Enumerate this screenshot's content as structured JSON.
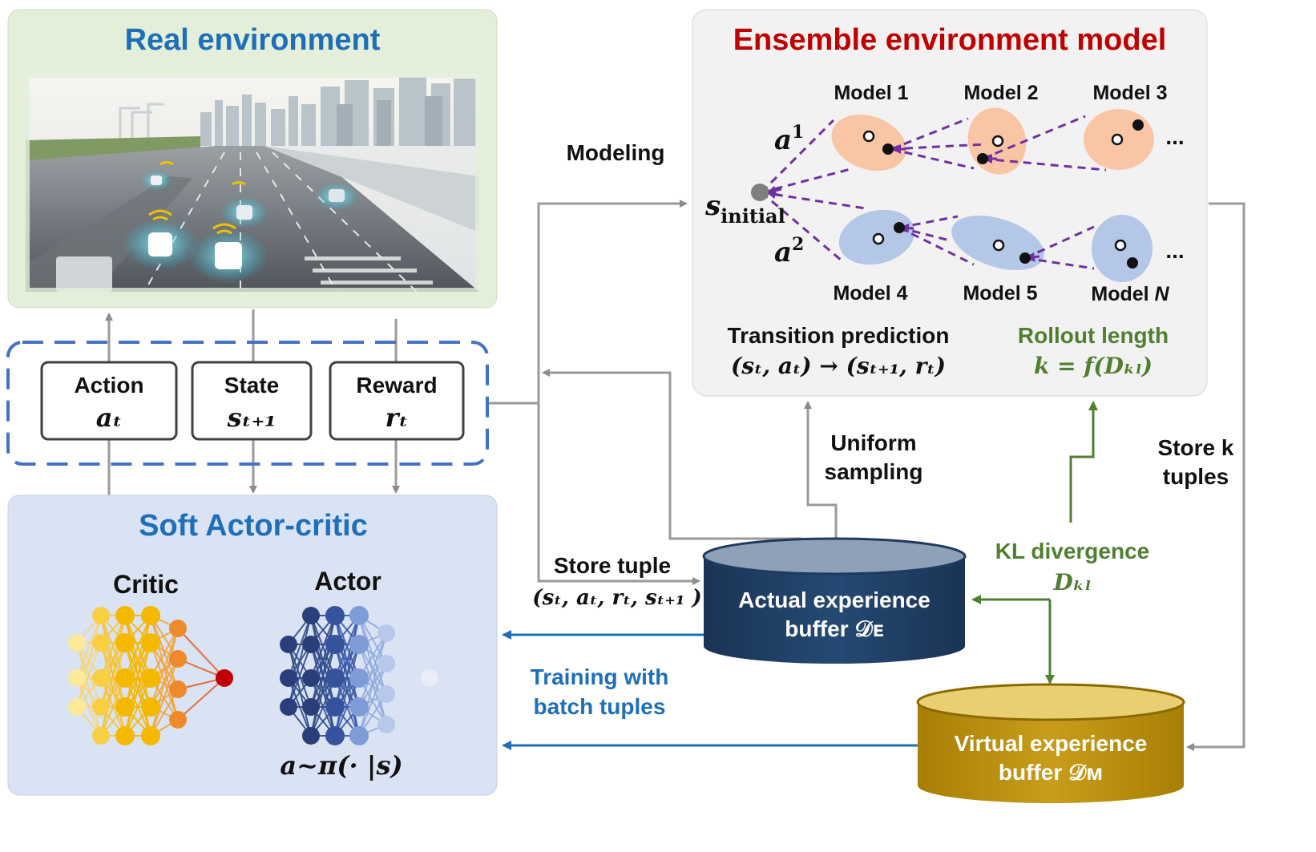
{
  "real_env": {
    "title": "Real environment"
  },
  "ensemble": {
    "title": "Ensemble environment model",
    "models": {
      "m1": "Model 1",
      "m2": "Model 2",
      "m3": "Model 3",
      "m4": "Model 4",
      "m5": "Model 5",
      "mN_prefix": "Model ",
      "mN_var": "N"
    },
    "ellipsis": "...",
    "s_initial_base": "s",
    "s_initial_sub": "initial",
    "a1_base": "a",
    "a1_sup": "1",
    "a2_base": "a",
    "a2_sup": "2",
    "transition_title": "Transition prediction",
    "transition_formula": "(sₜ, aₜ) → (sₜ₊₁, rₜ)",
    "rollout_title": "Rollout length",
    "rollout_formula": "k = f(Dₖₗ)"
  },
  "signals": {
    "action_label": "Action",
    "action_sym": "aₜ",
    "state_label": "State",
    "state_sym": "sₜ₊₁",
    "reward_label": "Reward",
    "reward_sym": "rₜ"
  },
  "sac": {
    "title": "Soft Actor-critic",
    "critic": "Critic",
    "actor": "Actor",
    "policy": "a~π(· |s)"
  },
  "labels": {
    "modeling": "Modeling",
    "store_tuple": "Store tuple",
    "store_tuple_formula": "(sₜ, aₜ, rₜ, sₜ₊₁ )",
    "uniform_1": "Uniform",
    "uniform_2": "sampling",
    "store_k_1": "Store k",
    "store_k_2": "tuples",
    "kl_title": "KL divergence",
    "kl_sym": "Dₖₗ",
    "training_1": "Training with",
    "training_2": "batch tuples"
  },
  "buffers": {
    "actual_1": "Actual experience",
    "actual_2": "buffer 𝒟ᴇ",
    "virtual_1": "Virtual experience",
    "virtual_2": "buffer 𝒟ᴍ"
  },
  "colors": {
    "title_blue": "#1f6fb8",
    "title_red": "#c00000",
    "green": "#4f7f2f",
    "purple": "#7030a0",
    "navy_buffer": "#1f3a5f",
    "gold_buffer": "#b8900a",
    "flow_blue": "#1f6fb8",
    "gray_line": "#9a9a9a"
  }
}
